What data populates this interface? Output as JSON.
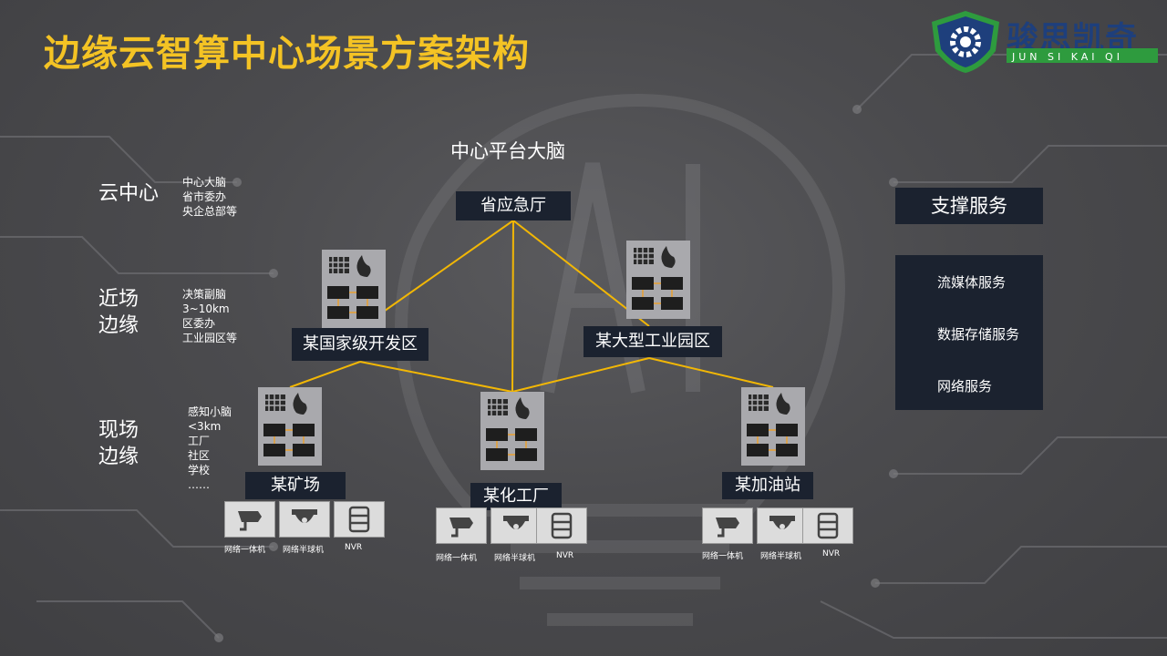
{
  "title": "边缘云智算中心场景方案架构",
  "logo": {
    "name": "骏思凯奇",
    "subtitle": "JUN SI KAI QI"
  },
  "platform_label": "中心平台大脑",
  "levels": [
    {
      "label": "云中心",
      "desc": [
        "中心大脑",
        "省市委办",
        "央企总部等"
      ]
    },
    {
      "label_lines": [
        "近场",
        "边缘"
      ],
      "desc": [
        "决策副脑",
        "3~10km",
        "区委办",
        "工业园区等"
      ]
    },
    {
      "label_lines": [
        "现场",
        "边缘"
      ],
      "desc": [
        "感知小脑",
        "<3km",
        "工厂",
        "社区",
        "学校",
        "……"
      ]
    }
  ],
  "hub": {
    "label": "省应急厅"
  },
  "near_nodes": [
    {
      "label": "某国家级开发区"
    },
    {
      "label": "某大型工业园区"
    }
  ],
  "field_nodes": [
    {
      "label": "某矿场"
    },
    {
      "label": "某化工厂"
    },
    {
      "label": "某加油站"
    }
  ],
  "devices": [
    "网络一体机",
    "网络半球机",
    "NVR"
  ],
  "support": {
    "title": "支撑服务",
    "items": [
      "流媒体服务",
      "数据存储服务",
      "网络服务"
    ]
  }
}
